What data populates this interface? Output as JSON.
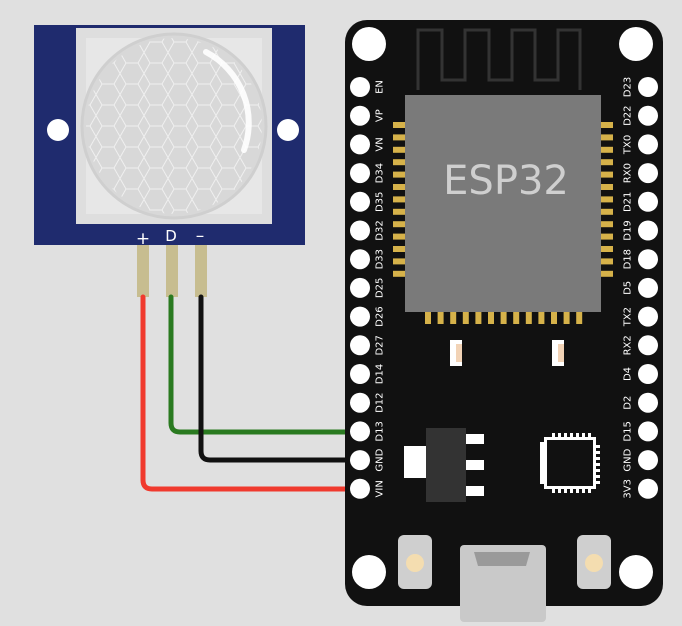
{
  "pir_sensor": {
    "pins": [
      {
        "label": "+"
      },
      {
        "label": "D"
      },
      {
        "label": "–"
      }
    ]
  },
  "esp32": {
    "chip_label": "ESP32",
    "left_pins": [
      "EN",
      "VP",
      "VN",
      "D34",
      "D35",
      "D32",
      "D33",
      "D25",
      "D26",
      "D27",
      "D14",
      "D12",
      "D13",
      "GND",
      "VIN"
    ],
    "right_pins": [
      "D23",
      "D22",
      "TX0",
      "RX0",
      "D21",
      "D19",
      "D18",
      "D5",
      "TX2",
      "RX2",
      "D4",
      "D2",
      "D15",
      "GND",
      "3V3"
    ]
  },
  "wires": [
    {
      "from": "+",
      "to": "VIN",
      "color": "#f03a2e"
    },
    {
      "from": "D",
      "to": "D13",
      "color": "#2a7a20"
    },
    {
      "from": "–",
      "to": "GND",
      "color": "#111111"
    }
  ],
  "colors": {
    "background": "#e0e0e0",
    "sensor_board": "#1f2b6e",
    "esp32_board": "#111111",
    "chip": "#7a7a7a",
    "gold_pad": "#d6b24a"
  }
}
